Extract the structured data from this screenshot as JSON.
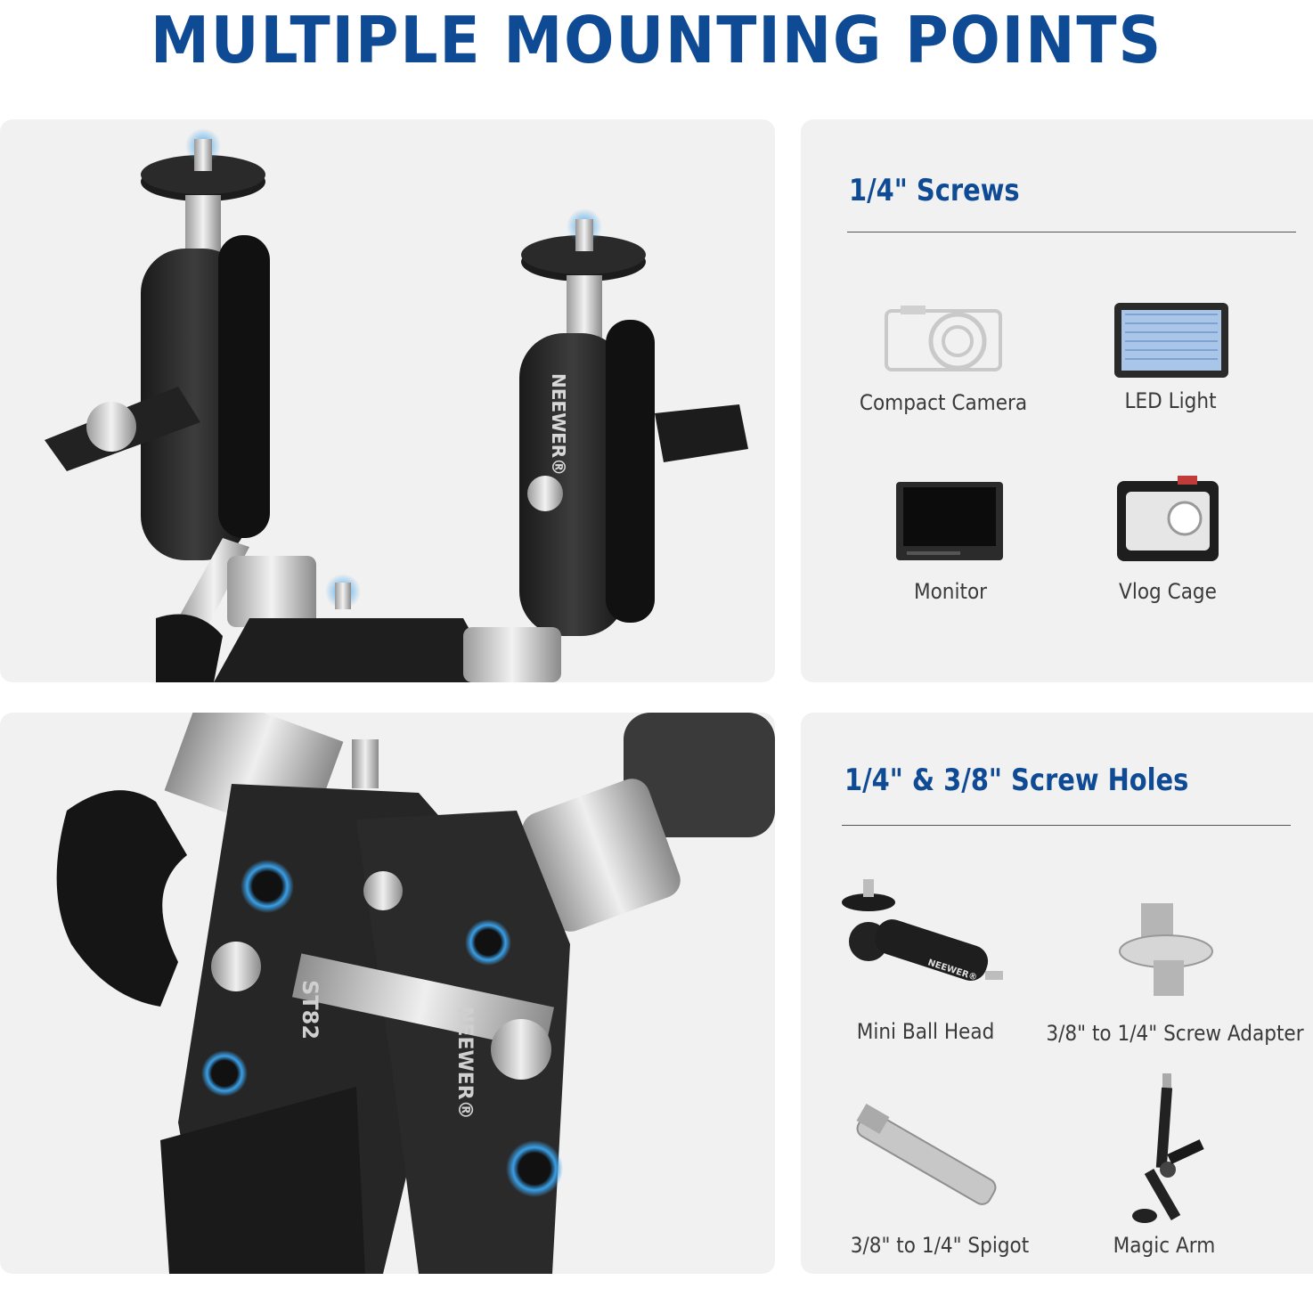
{
  "header": {
    "title": "MULTIPLE MOUNTING POINTS"
  },
  "screws_section": {
    "title": "1/4\" Screws",
    "items": [
      {
        "label": "Compact Camera",
        "icon": "compact-camera-icon"
      },
      {
        "label": "LED Light",
        "icon": "led-light-icon"
      },
      {
        "label": "Monitor",
        "icon": "monitor-icon"
      },
      {
        "label": "Vlog Cage",
        "icon": "vlog-cage-icon"
      }
    ]
  },
  "holes_section": {
    "title": "1/4\" & 3/8\" Screw Holes",
    "items": [
      {
        "label": "Mini Ball Head",
        "icon": "mini-ball-head-icon"
      },
      {
        "label": "3/8\" to 1/4\" Screw Adapter",
        "icon": "screw-adapter-icon"
      },
      {
        "label": "3/8\" to 1/4\" Spigot",
        "icon": "spigot-icon"
      },
      {
        "label": "Magic Arm",
        "icon": "magic-arm-icon"
      }
    ]
  },
  "product": {
    "brand": "NEEWER®",
    "model": "ST82"
  },
  "colors": {
    "brand_blue": "#0f4a95",
    "panel_bg": "#f1f1f1",
    "highlight_blue": "#3aa0e8"
  }
}
